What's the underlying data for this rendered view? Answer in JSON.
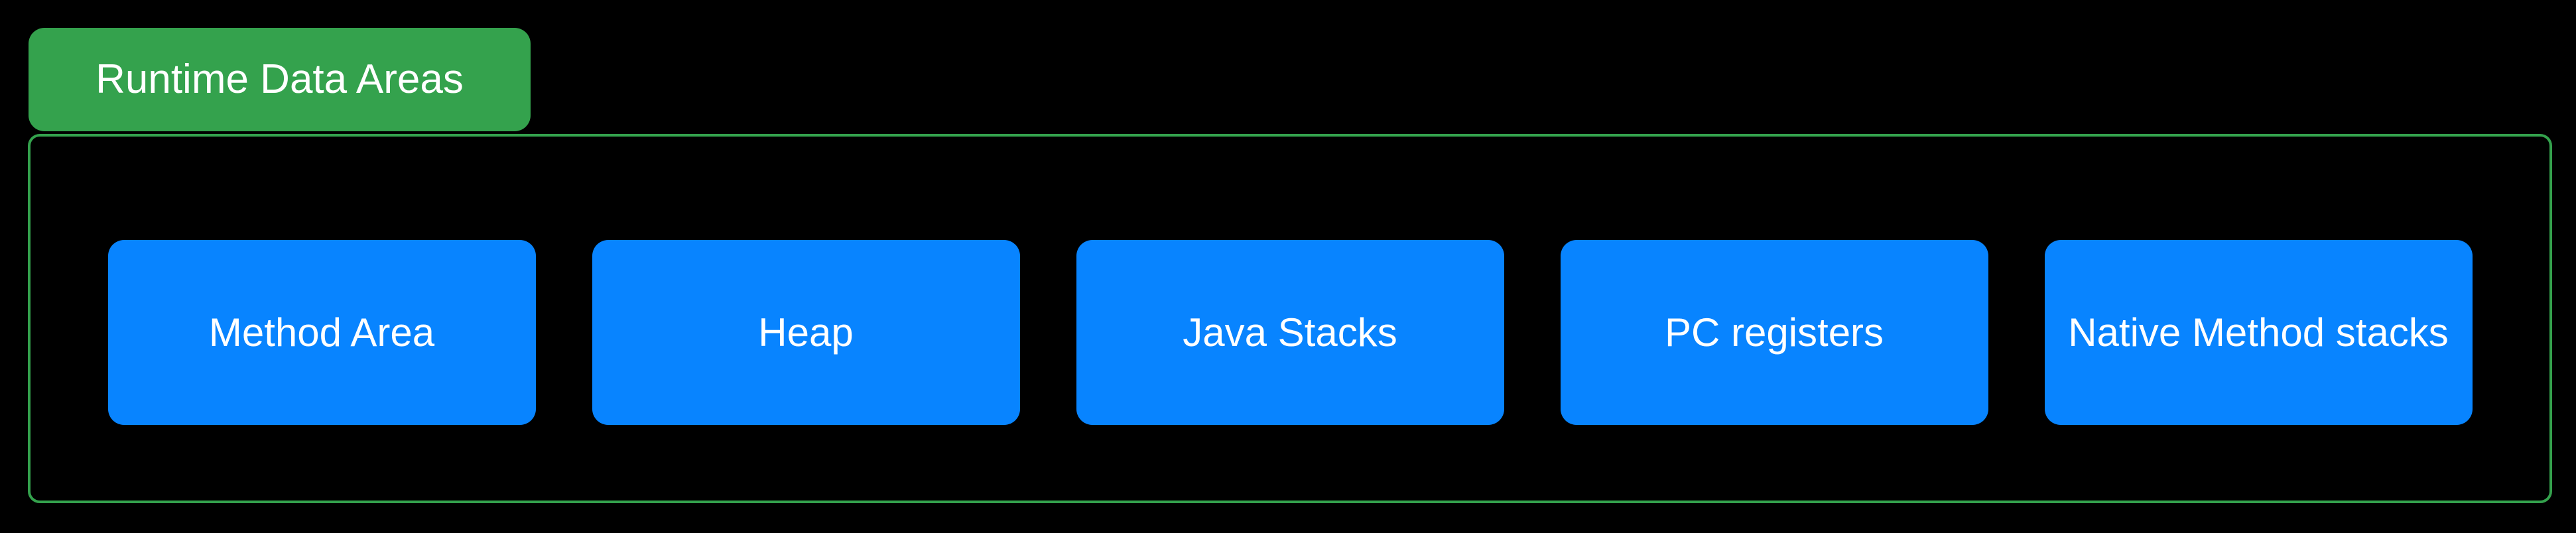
{
  "diagram": {
    "title": "Runtime Data Areas",
    "boxes": [
      {
        "label": "Method Area"
      },
      {
        "label": "Heap"
      },
      {
        "label": "Java Stacks"
      },
      {
        "label": "PC registers"
      },
      {
        "label": "Native Method stacks"
      }
    ],
    "colors": {
      "background": "#000000",
      "tab_bg": "#34A24D",
      "container_border": "#34A24D",
      "box_bg": "#0884FF",
      "text": "#FFFFFF"
    }
  }
}
